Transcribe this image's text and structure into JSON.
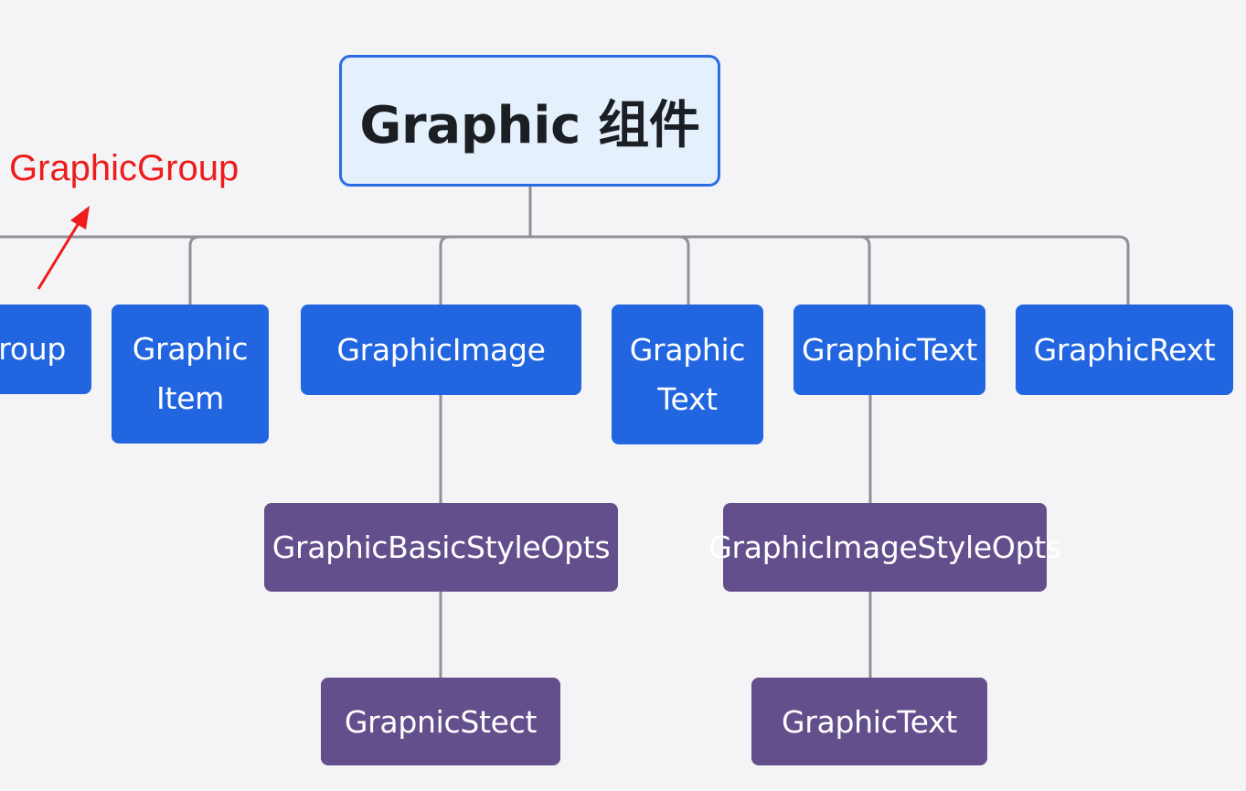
{
  "diagram": {
    "root": "Graphic 组件",
    "level1": [
      "Group",
      "Graphic\nItem",
      "GraphicImage",
      "Graphic\nText",
      "GraphicText",
      "GraphicRext"
    ],
    "level2": [
      "GraphicBasicStyleOpts",
      "GraphicImageStyleOpts"
    ],
    "level3": [
      "GrapnicStect",
      "GraphicText"
    ]
  },
  "annotation": {
    "label": "GraphicGroup"
  },
  "colors": {
    "background": "#f4f4f6",
    "root_fill": "#e5f0fd",
    "root_border": "#2a6de3",
    "blue_node": "#2166e0",
    "purple_node": "#634f8c",
    "connector": "#8e9198",
    "annotation": "#ee1c1c"
  }
}
